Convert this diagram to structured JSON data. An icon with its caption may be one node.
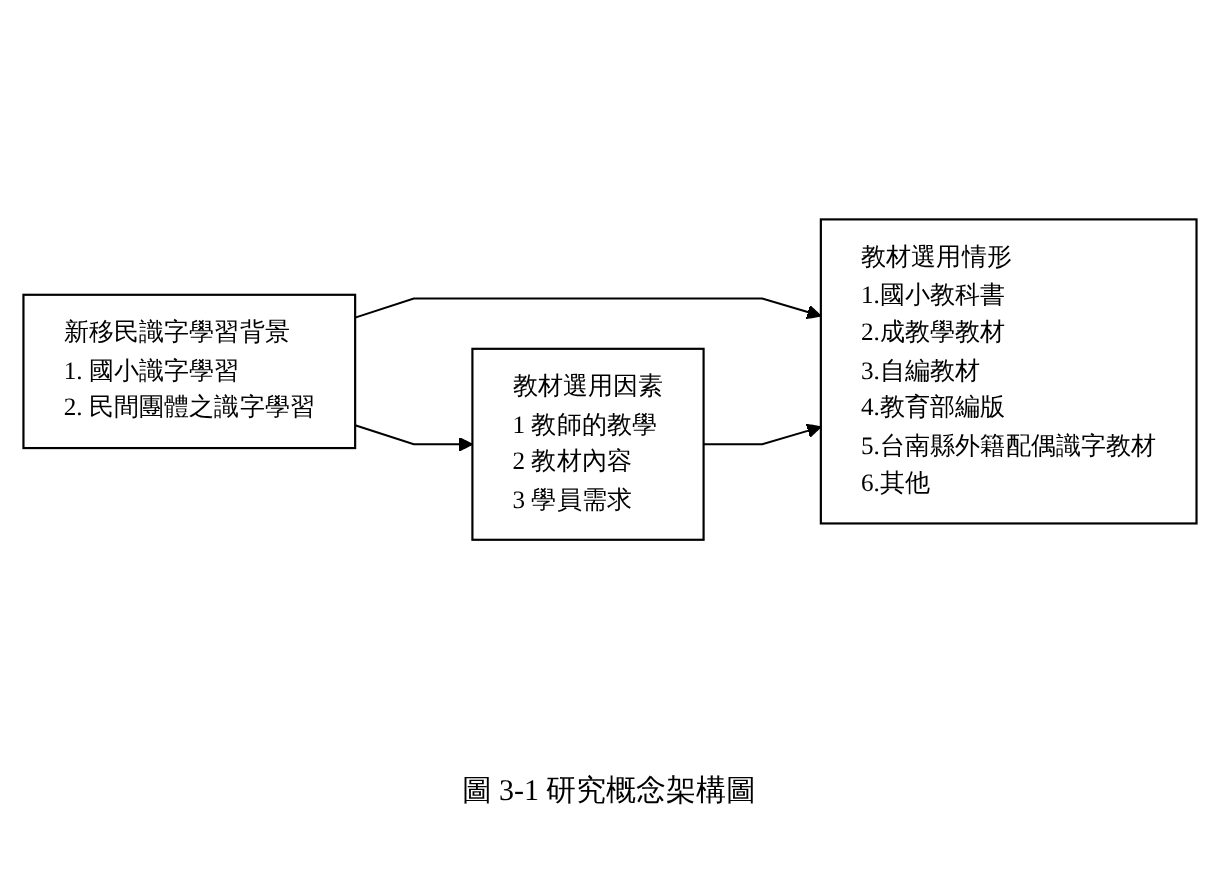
{
  "diagram": {
    "caption": "圖 3-1 研究概念架構圖",
    "nodes": [
      {
        "text": [
          "新移民識字學習背景",
          "1. 國小識字學習",
          "2. 民間團體之識字學習"
        ]
      },
      {
        "text": [
          "教材選用因素",
          "1 教師的教學",
          "2 教材內容",
          "3 學員需求"
        ]
      },
      {
        "text": [
          "教材選用情形",
          "1.國小教科書",
          "2.成教學教材",
          "3.自編教材",
          "4.教育部編版",
          "5.台南縣外籍配偶識字教材",
          "6.其他"
        ]
      }
    ],
    "edges": [
      {
        "from": 0,
        "to": 1,
        "arrow": "to"
      },
      {
        "from": 0,
        "to": 2,
        "arrow": "to"
      },
      {
        "from": 1,
        "to": 2,
        "arrow": "to"
      }
    ]
  }
}
